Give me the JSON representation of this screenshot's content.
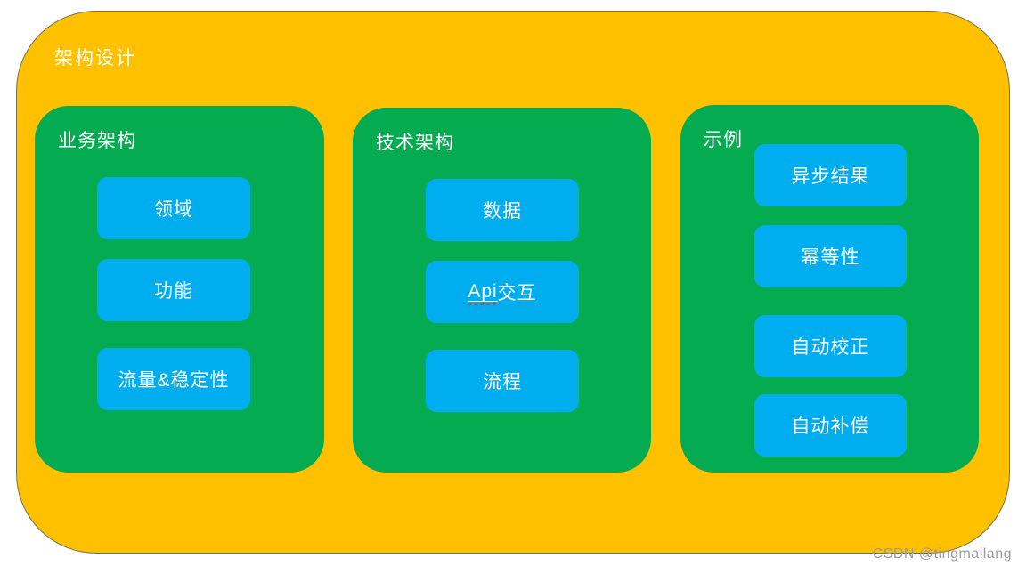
{
  "canvas": {
    "title": "架构设计",
    "bg_color": "#FFC000",
    "border_color": "#6F7150"
  },
  "colors": {
    "panel_green": "#04AB50",
    "box_blue": "#00AEF0",
    "text": "#FFFFFF",
    "spellcheck_red": "#C4402F",
    "watermark_gray": "#9A9A9A"
  },
  "panels": [
    {
      "label": "业务架构",
      "items": [
        "领域",
        "功能",
        "流量&稳定性"
      ]
    },
    {
      "label": "技术架构",
      "items": [
        "数据",
        {
          "text": "Api交互",
          "prefix": "Api",
          "suffix": "交互",
          "spellcheck_underline": true
        },
        "流程"
      ]
    },
    {
      "label": "示例",
      "items": [
        "异步结果",
        "幂等性",
        "自动校正",
        "自动补偿"
      ]
    }
  ],
  "watermark": "CSDN @tingmailang"
}
